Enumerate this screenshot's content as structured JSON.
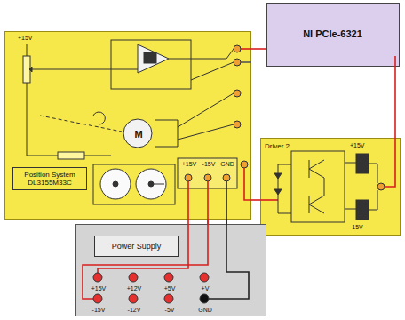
{
  "diagram": {
    "nodes": [
      {
        "text": [
          "Position System DL3155M33C"
        ]
      },
      {
        "text": [
          "NI PCIe-6321"
        ]
      },
      {
        "text": [
          "Driver 2"
        ]
      },
      {
        "text": [
          "Power Supply"
        ]
      }
    ],
    "edges": [
      {
        "from": 0,
        "to": 1,
        "arrow": "none"
      },
      {
        "from": 1,
        "to": 2,
        "arrow": "none"
      },
      {
        "from": 2,
        "to": 0,
        "arrow": "none"
      },
      {
        "from": 3,
        "to": 0,
        "arrow": "none"
      }
    ],
    "labels": [
      "+15V",
      "M",
      "+15V",
      "-15V",
      "GND",
      "+15V",
      "-15V",
      "+15V",
      "+12V",
      "+5V",
      "+V",
      "-15V",
      "-12V",
      "-5V",
      "GND"
    ]
  }
}
